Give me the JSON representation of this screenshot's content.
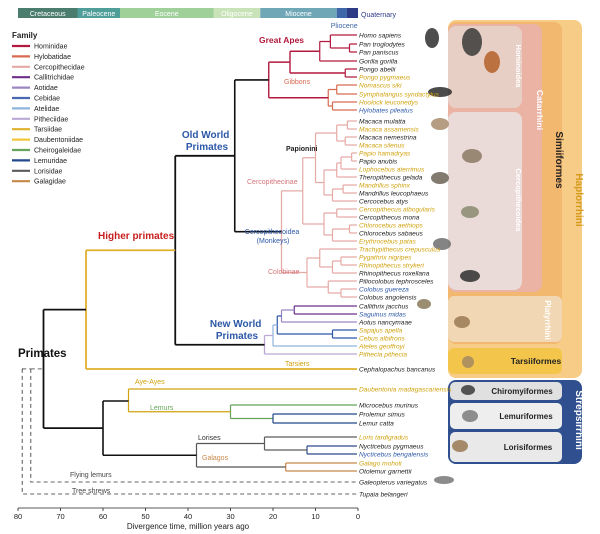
{
  "epochs": [
    {
      "name": "Cretaceous",
      "start": 80,
      "end": 66,
      "color": "#4a7d6d",
      "text": "#ffffff"
    },
    {
      "name": "Paleocene",
      "start": 66,
      "end": 56,
      "color": "#4f9e99",
      "text": "#ffffff"
    },
    {
      "name": "Eocene",
      "start": 56,
      "end": 34,
      "color": "#9fd09a",
      "text": "#ffffff"
    },
    {
      "name": "Oligocene",
      "start": 34,
      "end": 23,
      "color": "#c9e3b8",
      "text": "#ffffff"
    },
    {
      "name": "Miocene",
      "start": 23,
      "end": 5,
      "color": "#6fa7b7",
      "text": "#ffffff"
    },
    {
      "name": "Pliocene",
      "start": 5,
      "end": 2.6,
      "color": "#3f66a8",
      "text": "#3f66a8"
    },
    {
      "name": "Quaternary",
      "start": 2.6,
      "end": 0,
      "color": "#2d3b86",
      "text": "#2d3b86"
    }
  ],
  "legend": {
    "title": "Family",
    "items": [
      {
        "name": "Hominidae",
        "color": "#b3193e"
      },
      {
        "name": "Hylobatidae",
        "color": "#d86a50"
      },
      {
        "name": "Cercopithecidae",
        "color": "#e5aaa6"
      },
      {
        "name": "Callitrichidae",
        "color": "#6d2f8a"
      },
      {
        "name": "Aotidae",
        "color": "#9b86c3"
      },
      {
        "name": "Cebidae",
        "color": "#4a67b1"
      },
      {
        "name": "Atelidae",
        "color": "#8fb4dd"
      },
      {
        "name": "Pitheciidae",
        "color": "#b9a9d4"
      },
      {
        "name": "Tarsiidae",
        "color": "#e0b12c"
      },
      {
        "name": "Daubentoniidae",
        "color": "#f1c63a"
      },
      {
        "name": "Cheirogaleidae",
        "color": "#66a35b"
      },
      {
        "name": "Lemuridae",
        "color": "#21498c"
      },
      {
        "name": "Lorisidae",
        "color": "#5b5b5b"
      },
      {
        "name": "Galagidae",
        "color": "#c8884a"
      }
    ]
  },
  "species": [
    {
      "name": "Homo sapiens",
      "color": "#222222"
    },
    {
      "name": "Pan troglodytes",
      "color": "#222222"
    },
    {
      "name": "Pan paniscus",
      "color": "#222222"
    },
    {
      "name": "Gorilla gorilla",
      "color": "#222222"
    },
    {
      "name": "Pongo abelii",
      "color": "#222222"
    },
    {
      "name": "Pongo pygmaeus",
      "color": "#d1a20e"
    },
    {
      "name": "Nomascus siki",
      "color": "#d1a20e"
    },
    {
      "name": "Symphalangus syndactylus",
      "color": "#d1a20e"
    },
    {
      "name": "Hoolock leuconedys",
      "color": "#d1a20e"
    },
    {
      "name": "Hylobates pileatus",
      "color": "#2c58a7"
    },
    {
      "name": "Macaca mulatta",
      "color": "#222222"
    },
    {
      "name": "Macaca assamensis",
      "color": "#d1a20e"
    },
    {
      "name": "Macaca nemestrina",
      "color": "#222222"
    },
    {
      "name": "Macaca silenus",
      "color": "#d1a20e"
    },
    {
      "name": "Papio hamadryas",
      "color": "#d1a20e"
    },
    {
      "name": "Papio anubis",
      "color": "#222222"
    },
    {
      "name": "Lophocebus aterrimus",
      "color": "#d1a20e"
    },
    {
      "name": "Theropithecus gelada",
      "color": "#222222"
    },
    {
      "name": "Mandrillus sphinx",
      "color": "#d1a20e"
    },
    {
      "name": "Mandrillus leucophaeus",
      "color": "#222222"
    },
    {
      "name": "Cercocebus atys",
      "color": "#222222"
    },
    {
      "name": "Cercopithecus albogularis",
      "color": "#d1a20e"
    },
    {
      "name": "Cercopithecus mona",
      "color": "#222222"
    },
    {
      "name": "Chlorocebus aethiops",
      "color": "#d1a20e"
    },
    {
      "name": "Chlorocebus sabaeus",
      "color": "#222222"
    },
    {
      "name": "Erythrocebus patas",
      "color": "#d1a20e"
    },
    {
      "name": "Trachypithecus crepusculus",
      "color": "#d1a20e"
    },
    {
      "name": "Pygathrix nigripes",
      "color": "#d1a20e"
    },
    {
      "name": "Rhinopithecus strykeri",
      "color": "#d1a20e"
    },
    {
      "name": "Rhinopithecus roxellana",
      "color": "#222222"
    },
    {
      "name": "Piliocolobus tephrosceles",
      "color": "#222222"
    },
    {
      "name": "Colobus guereza",
      "color": "#2c58a7"
    },
    {
      "name": "Colobus angolensis",
      "color": "#222222"
    },
    {
      "name": "Callithrix jacchus",
      "color": "#222222"
    },
    {
      "name": "Saguinus midas",
      "color": "#2c58a7"
    },
    {
      "name": "Aotus nancymaae",
      "color": "#222222"
    },
    {
      "name": "Sapajus apella",
      "color": "#d1a20e"
    },
    {
      "name": "Cebus albifrons",
      "color": "#d1a20e"
    },
    {
      "name": "Ateles geoffroyi",
      "color": "#d1a20e"
    },
    {
      "name": "Pithecia pithecia",
      "color": "#d1a20e"
    },
    {
      "name": "Cephalopachus bancanus",
      "color": "#222222"
    },
    {
      "name": "Daubentonia madagascariensis",
      "color": "#d1a20e"
    },
    {
      "name": "Microcebus murinus",
      "color": "#222222"
    },
    {
      "name": "Prolemur simus",
      "color": "#222222"
    },
    {
      "name": "Lemur catta",
      "color": "#222222"
    },
    {
      "name": "Loris tardigradus",
      "color": "#d1a20e"
    },
    {
      "name": "Nycticebus pygmaeus",
      "color": "#222222"
    },
    {
      "name": "Nycticebus bengalensis",
      "color": "#2c58a7"
    },
    {
      "name": "Galago moholi",
      "color": "#d1a20e"
    },
    {
      "name": "Otolemur garnettii",
      "color": "#222222"
    },
    {
      "name": "Galeopterus variegatus",
      "color": "#222222"
    },
    {
      "name": "Tupaia belangeri",
      "color": "#222222"
    }
  ],
  "clade_labels": {
    "primates": "Primates",
    "higher_primates": "Higher primates",
    "old_world": [
      "Old World",
      "Primates"
    ],
    "new_world": [
      "New World",
      "Primates"
    ],
    "great_apes": "Great Apes",
    "gibbons": "Gibbons",
    "papionini": "Papionini",
    "cercopithecinae": "Cercopithecinae",
    "colobinae": "Colobinae",
    "cercopithecoidea": [
      "Cercopithecoidea",
      "(Monkeys)"
    ],
    "tarsiers": "Tarsiers",
    "aye_ayes": "Aye-Ayes",
    "lemurs": "Lemurs",
    "lorises": "Lorises",
    "galagos": "Galagos",
    "flying_lemurs": "Flying lemurs",
    "tree_shrews": "Tree shrews"
  },
  "side_bands": {
    "haplorrhini": "Haplorrhini",
    "simiiformes": "Simiiformes",
    "catarrhini": "Catarrhini",
    "hominoidea": "Hominoidea",
    "cercopithecoidea": "Cercopithecoidea",
    "platyrrhini": "Platyrrhini",
    "tarsiiformes": "Tarsiiformes",
    "strepsirrhini": "Strepsirrhini",
    "chiromyiformes": "Chiromyiformes",
    "lemuriformes": "Lemuriformes",
    "lorisiformes": "Lorisiformes"
  },
  "axis": {
    "title": "Divergence time, million years ago",
    "ticks": [
      80,
      70,
      60,
      50,
      40,
      30,
      20,
      10,
      0
    ]
  },
  "colors": {
    "hominid": "#b3193e",
    "gibbon": "#d86a50",
    "cerco": "#e5aaa6",
    "tarsier": "#e0b12c",
    "platyrrhine_blue": "#2c58a7",
    "strep_blue": "#2d4a8c",
    "haplorrhini_band": "#f5c77d",
    "strepsirrhini_band": "#2f4f8f"
  }
}
